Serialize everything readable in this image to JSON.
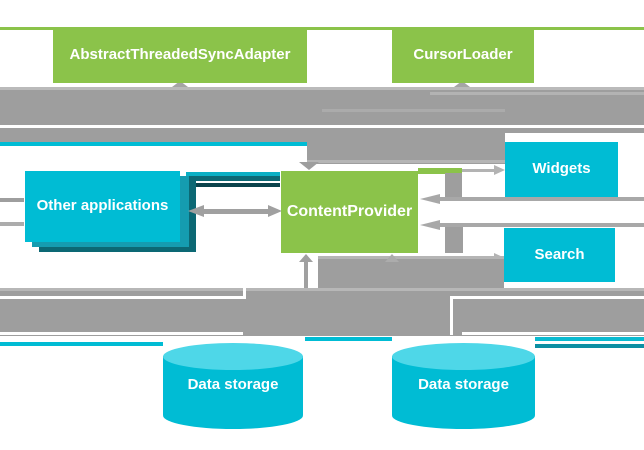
{
  "diagram": {
    "background": "#FFFFFF",
    "palette": {
      "green": "#8BC34A",
      "cyan": "#00BCD4",
      "cyan_light": "#4ED7E8",
      "teal_mid": "#159CB0",
      "teal_dark": "#0C6874",
      "gray_band": "#9E9E9E",
      "gray_light": "#BDBDBD"
    },
    "nodes": {
      "sync_adapter": {
        "label": "AbstractThreadedSyncAdapter",
        "shape": "rect",
        "color": "#8BC34A"
      },
      "cursor_loader": {
        "label": "CursorLoader",
        "shape": "rect",
        "color": "#8BC34A"
      },
      "content_provider": {
        "label": "ContentProvider",
        "shape": "rect",
        "color": "#8BC34A"
      },
      "other_applications": {
        "label": "Other applications",
        "shape": "stacked-rect",
        "color": "#00BCD4"
      },
      "widgets": {
        "label": "Widgets",
        "shape": "rect",
        "color": "#00BCD4"
      },
      "search": {
        "label": "Search",
        "shape": "rect",
        "color": "#00BCD4"
      },
      "data_storage_left": {
        "label": "Data storage",
        "shape": "cylinder",
        "color": "#00BCD4"
      },
      "data_storage_right": {
        "label": "Data storage",
        "shape": "cylinder",
        "color": "#00BCD4"
      }
    },
    "connections": [
      {
        "from": "sync_adapter",
        "to": "content_provider",
        "style": "gray-arrow-up"
      },
      {
        "from": "cursor_loader",
        "to": "content_provider",
        "style": "gray-arrow-up"
      },
      {
        "from": "other_applications",
        "to": "content_provider",
        "style": "gray-double-arrow"
      },
      {
        "from": "content_provider",
        "to": "widgets",
        "style": "gray-arrow-right"
      },
      {
        "from": "widgets",
        "to": "content_provider",
        "style": "gray-arrow-left"
      },
      {
        "from": "content_provider",
        "to": "search",
        "style": "gray-arrow-right"
      },
      {
        "from": "search",
        "to": "content_provider",
        "style": "gray-arrow-left"
      },
      {
        "from": "data_storage_left",
        "to": "content_provider",
        "style": "gray-arrow-up"
      },
      {
        "from": "data_storage_right",
        "to": "content_provider",
        "style": "gray-arrow-up"
      }
    ]
  }
}
